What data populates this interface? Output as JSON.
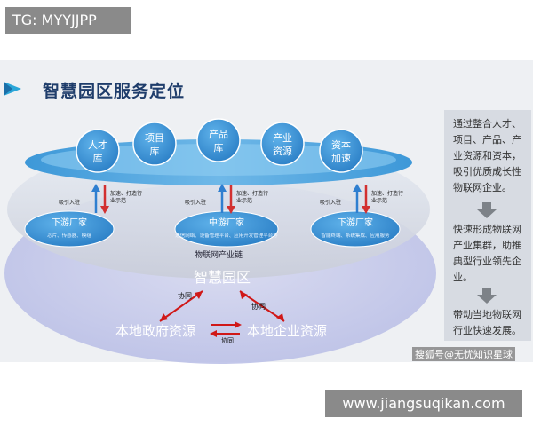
{
  "tag": "TG: MYYJJPP",
  "title": "智慧园区服务定位",
  "top_nodes": [
    {
      "line1": "人才",
      "line2": "库"
    },
    {
      "line1": "项目",
      "line2": "库"
    },
    {
      "line1": "产品",
      "line2": "库"
    },
    {
      "line1": "产业",
      "line2": "资源"
    },
    {
      "line1": "资本",
      "line2": "加速"
    }
  ],
  "lower_nodes": [
    {
      "title": "下游厂家",
      "desc": "芯片、传感器、模组"
    },
    {
      "title": "中游厂家",
      "desc": "通信网络、设备管理平台、应用开发管理平台等"
    },
    {
      "title": "下游厂家",
      "desc": "智能终端、系统集成、应用服务"
    }
  ],
  "arrow_labels": {
    "up": "吸引入驻",
    "down_line1": "加速、打造行",
    "down_line2": "业示范"
  },
  "chain_label": "物联网产业链",
  "center_label": "智慧园区",
  "collab": "协同",
  "gov_label": "本地政府资源",
  "ent_label": "本地企业资源",
  "side_panel": [
    "通过整合人才、项目、产品、产业资源和资本，吸引优质成长性物联网企业。",
    "快速形成物联网产业集群，助推典型行业领先企业。",
    "带动当地物联网行业快速发展。"
  ],
  "watermark": "搜狐号@无忧知识星球",
  "footer": "www.jiangsuqikan.com",
  "colors": {
    "title": "#1f3d6b",
    "node": "#3a92d6",
    "arrow_up": "#2f7fd0",
    "arrow_down": "#d23030"
  }
}
